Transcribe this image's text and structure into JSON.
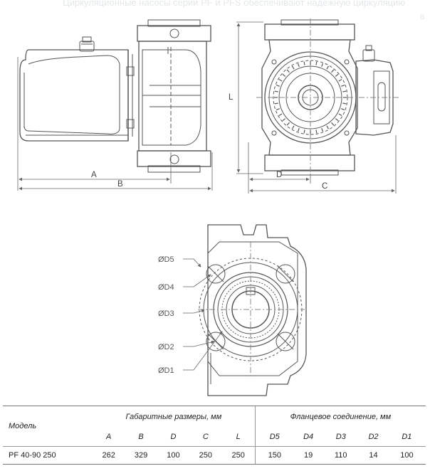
{
  "background_text": {
    "line1": "Циркуляционные насосы серии PF и PFS обеспечивают надежную циркуляцию",
    "line2": "в"
  },
  "drawing": {
    "dim_labels": {
      "A": "A",
      "B": "B",
      "L": "L",
      "D": "D",
      "C": "C"
    },
    "flange_labels": {
      "d5": "ØD5",
      "d4": "ØD4",
      "d3": "ØD3",
      "d2": "ØD2",
      "d1": "ØD1"
    }
  },
  "table": {
    "model_header": "Модель",
    "dims_group": "Габаритные размеры, мм",
    "flange_group": "Фланцевое соединение, мм",
    "columns": [
      "A",
      "B",
      "D",
      "C",
      "L",
      "D5",
      "D4",
      "D3",
      "D2",
      "D1"
    ],
    "rows": [
      {
        "model": "PF 40-90 250",
        "values": [
          "262",
          "329",
          "100",
          "250",
          "250",
          "150",
          "19",
          "110",
          "14",
          "100"
        ]
      }
    ]
  }
}
